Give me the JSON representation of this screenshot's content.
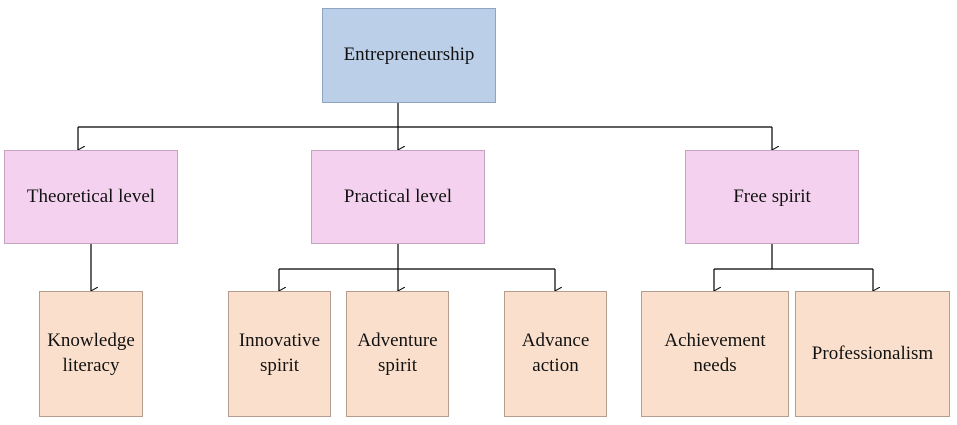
{
  "diagram": {
    "root": {
      "label": "Entrepreneurship",
      "color": "#bccfe8"
    },
    "levels": [
      {
        "label": "Theoretical level",
        "children": [
          {
            "label": "Knowledge\nliteracy"
          }
        ]
      },
      {
        "label": "Practical level",
        "children": [
          {
            "label": "Innovative\nspirit"
          },
          {
            "label": "Adventure\nspirit"
          },
          {
            "label": "Advance\naction"
          }
        ]
      },
      {
        "label": "Free spirit",
        "children": [
          {
            "label": "Achievement\nneeds"
          },
          {
            "label": "Professionalism"
          }
        ]
      }
    ],
    "colors": {
      "root_fill": "#bccfe8",
      "level_fill": "#f4d2ef",
      "leaf_fill": "#fae0cc",
      "connector": "#000000"
    }
  }
}
